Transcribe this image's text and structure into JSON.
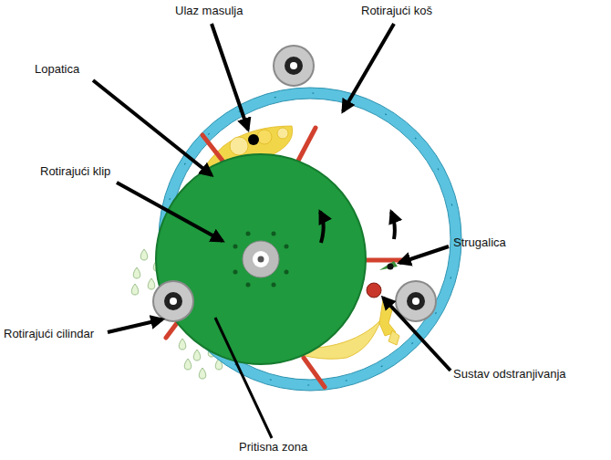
{
  "diagram": {
    "labels": [
      "Ulaz masulja",
      "Rotirajući koš",
      "Lopatica",
      "Rotirajući klip",
      "Strugalica",
      "Rotirajući cilindar",
      "Sustav odstranjivanja",
      "Pritisna zona"
    ]
  }
}
